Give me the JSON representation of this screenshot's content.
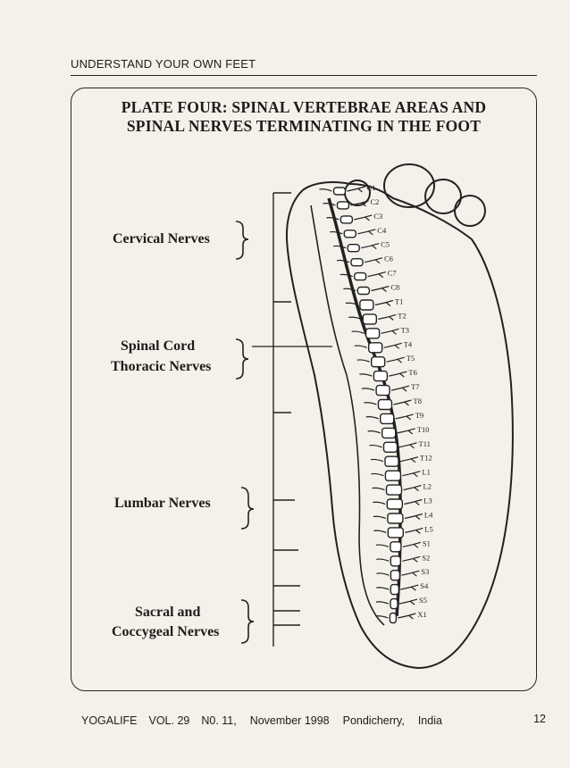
{
  "running_head": "UNDERSTAND YOUR OWN FEET",
  "plate": {
    "title_line1": "PLATE FOUR:   SPINAL VERTEBRAE AREAS AND",
    "title_line2": "SPINAL NERVES TERMINATING IN THE FOOT",
    "labels": {
      "cervical": "Cervical Nerves",
      "spinal_cord": "Spinal Cord",
      "thoracic": "Thoracic Nerves",
      "lumbar": "Lumbar Nerves",
      "sacral": "Sacral and",
      "coccygeal": "Coccygeal Nerves"
    },
    "vertebra_labels": [
      "C1",
      "C2",
      "C3",
      "C4",
      "C5",
      "C6",
      "C7",
      "C8",
      "T1",
      "T2",
      "T3",
      "T4",
      "T5",
      "T6",
      "T7",
      "T8",
      "T9",
      "T10",
      "T11",
      "T12",
      "L1",
      "L2",
      "L3",
      "L4",
      "L5",
      "S1",
      "S2",
      "S3",
      "S4",
      "S5",
      "X1"
    ]
  },
  "footer": {
    "journal": "YOGALIFE",
    "volume": "VOL. 29",
    "number": "N0. 11,",
    "date": "November 1998",
    "place": "Pondicherry,",
    "country": "India",
    "page": "12"
  }
}
